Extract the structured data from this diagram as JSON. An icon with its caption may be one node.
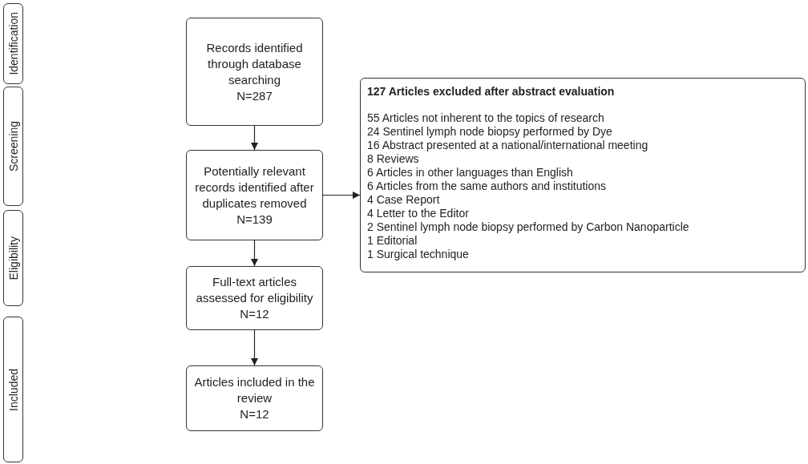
{
  "diagram": {
    "nodes": [
      {
        "text": [
          "Identification"
        ]
      },
      {
        "text": [
          "Records identified through database searching",
          "N=287"
        ]
      },
      {
        "text": [
          "Screening"
        ]
      },
      {
        "text": [
          "Potentially relevant records identified after duplicates removed",
          "N=139"
        ]
      },
      {
        "text": [
          "127 Articles excluded after abstract evaluation",
          "55 Articles not inherent to the topics of research",
          "24 Sentinel lymph node biopsy performed by Dye",
          "16 Abstract presented at a national/international meeting",
          "8 Reviews",
          "6 Articles in other languages than English",
          "6 Articles from the same authors and institutions",
          "4 Case Report",
          "4 Letter to the Editor",
          "2 Sentinel lymph node biopsy performed by Carbon Nanoparticle",
          "1 Editorial",
          "1 Surgical technique"
        ]
      },
      {
        "text": [
          "Eligibility"
        ]
      },
      {
        "text": [
          "Full-text articles assessed for eligibility",
          "N=12"
        ]
      },
      {
        "text": [
          "Included"
        ]
      },
      {
        "text": [
          "Articles included in the review",
          "N=12"
        ]
      }
    ],
    "edges": [
      {
        "from": 1,
        "to": 3,
        "arrow": "to"
      },
      {
        "from": 3,
        "to": 4,
        "arrow": "to"
      },
      {
        "from": 3,
        "to": 6,
        "arrow": "to"
      },
      {
        "from": 6,
        "to": 8,
        "arrow": "to"
      }
    ]
  }
}
